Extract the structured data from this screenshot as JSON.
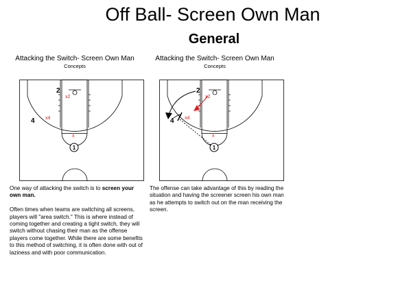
{
  "page": {
    "title": "Off Ball- Screen Own Man",
    "subtitle": "General"
  },
  "panels": [
    {
      "title": "Attacking the Switch- Screen Own Man",
      "subtitle": "Concepts",
      "labels": {
        "p1": "1",
        "p2": "2",
        "p4": "4",
        "x2": "x2",
        "x4": "x4"
      },
      "text_intro": "One way of attacking the switch is to ",
      "text_bold": "screen your own man.",
      "text_para2": "Often times when teams are switching all screens, players will \"area switch.\" This is where instead of coming together and creating a tight switch, they will switch without chasing their man as the offense players come together. While there are some benefits to this method of switching, it is often done with out of laziness and with poor communication."
    },
    {
      "title": "Attacking the Switch- Screen Own Man",
      "subtitle": "Concepts",
      "labels": {
        "p1": "1",
        "p2": "2",
        "p4": "4",
        "x2": "x2",
        "x4": "x4"
      },
      "text": "The offense can take advantage of this by reading the situation and having the screener screen his own man as he attempts to switch out on the man receiving the screen."
    }
  ],
  "colors": {
    "defense": "#e31a1c",
    "line": "#000000"
  }
}
